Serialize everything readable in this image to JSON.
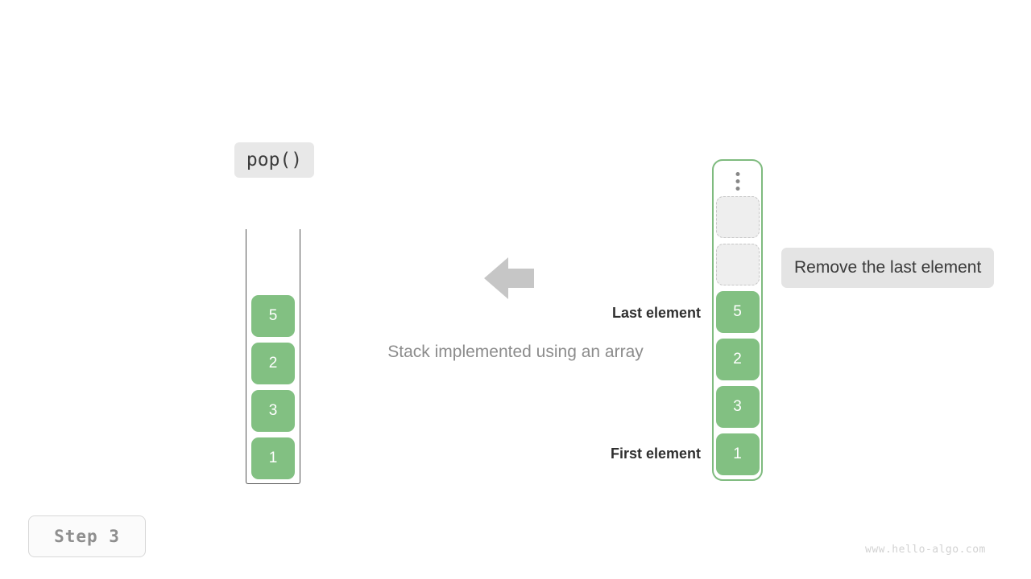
{
  "operation": {
    "label": "pop()"
  },
  "caption": "Stack implemented using an array",
  "annotation": {
    "text": "Remove the last element"
  },
  "labels": {
    "last_element": "Last element",
    "first_element": "First element"
  },
  "step": {
    "label": "Step 3"
  },
  "watermark": "www.hello-algo.com",
  "arrow": {
    "direction": "left",
    "color": "#c6c6c6"
  },
  "colors": {
    "cell_fill": "#82c082",
    "cell_text": "#ffffff",
    "empty_fill": "#eeeeee",
    "empty_border": "#c6c6c6",
    "container_border": "#7fbb7f",
    "array_border": "#555555",
    "chip_bg": "#e4e4e4"
  },
  "left_stack": {
    "name": "stack-array-view",
    "cells": [
      {
        "value": "5",
        "state": "filled"
      },
      {
        "value": "2",
        "state": "filled"
      },
      {
        "value": "3",
        "state": "filled"
      },
      {
        "value": "1",
        "state": "filled"
      }
    ]
  },
  "right_stack": {
    "name": "array-detail-view",
    "ellipsis": "vertical-ellipsis",
    "cells": [
      {
        "value": "",
        "state": "empty"
      },
      {
        "value": "",
        "state": "empty"
      },
      {
        "value": "5",
        "state": "filled"
      },
      {
        "value": "2",
        "state": "filled"
      },
      {
        "value": "3",
        "state": "filled"
      },
      {
        "value": "1",
        "state": "filled"
      }
    ]
  }
}
